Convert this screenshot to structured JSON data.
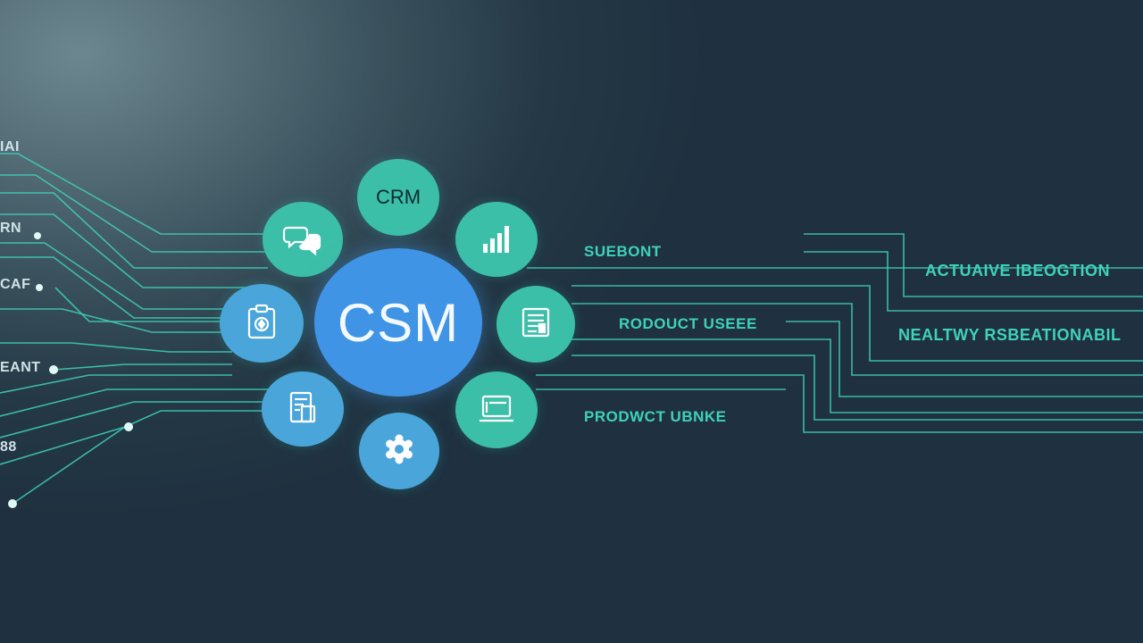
{
  "hub": {
    "label": "CSM"
  },
  "satellites": {
    "top": {
      "label": "CRM"
    }
  },
  "right_labels": {
    "support": "SUEBONT",
    "product_usage_top": "RODOUCT USEEE",
    "product_usage_bottom": "PRODWCT UBNKE",
    "actionable_insights": "ACTUAIVE IBEOGTION",
    "healthy_relationships": "NEALTWY RSBEATIONABIL"
  },
  "left_labels": {
    "l1": "IAI",
    "l2": "RN",
    "l3": "CAF",
    "l4": "EANT",
    "l5": "88"
  },
  "icons": {
    "top_left": "chat-bubbles-icon",
    "top_right": "bar-chart-icon",
    "left": "clipboard-icon",
    "right": "document-icon",
    "bottom_left": "file-list-icon",
    "bottom": "gear-icon",
    "bottom_right": "laptop-icon"
  },
  "colors": {
    "wire": "#3fd1ba",
    "teal_node": "#3cbfa8",
    "blue_node": "#4aa6da",
    "hub": "#3f94e6"
  }
}
